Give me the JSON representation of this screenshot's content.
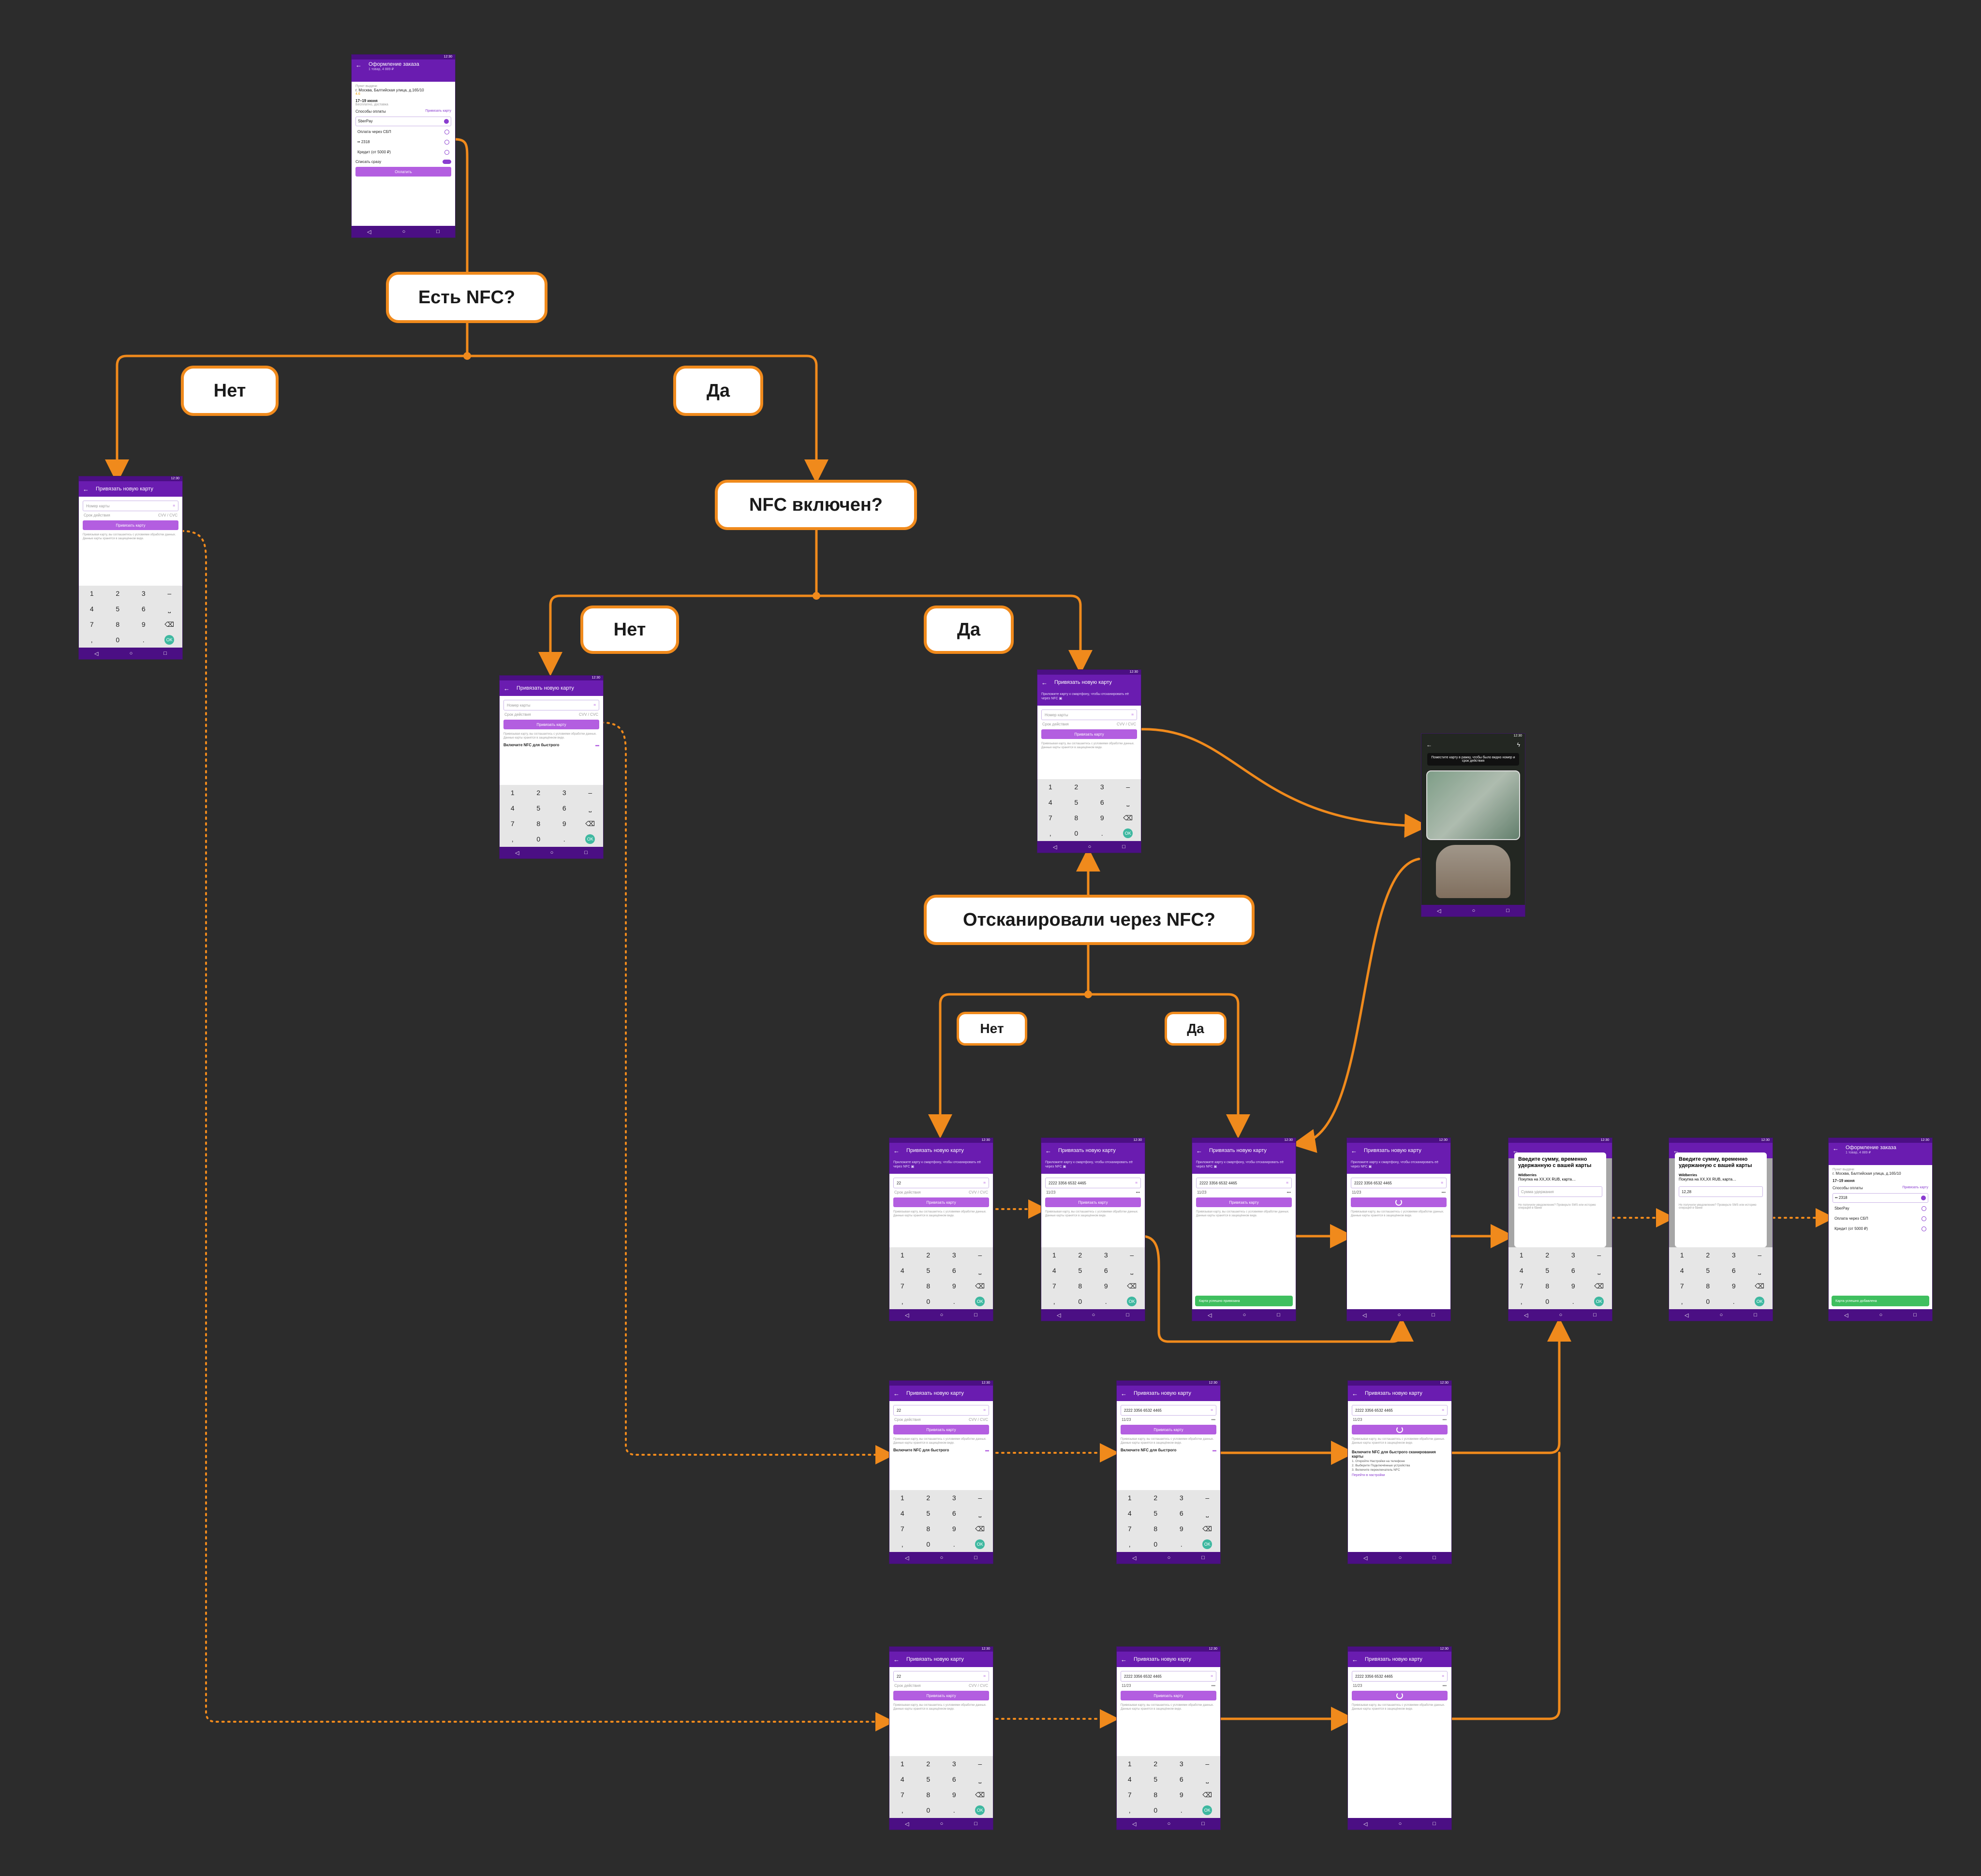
{
  "decisions": {
    "has_nfc": "Есть NFC?",
    "no_1": "Нет",
    "yes_1": "Да",
    "nfc_enabled": "NFC включен?",
    "no_2": "Нет",
    "yes_2": "Да",
    "scanned_nfc": "Отсканировали через NFC?",
    "no_3": "Нет",
    "yes_3": "Да"
  },
  "common": {
    "status_time": "12:30",
    "back_icon": "arrow-left-icon",
    "card_screen_title": "Привязать новую карту",
    "card_number_placeholder": "Номер карты",
    "expiry_placeholder": "Срок действия",
    "cvv_placeholder": "CVV / CVC",
    "link_button": "Привязать карту",
    "privacy_note": "Привязывая карту, вы соглашаетесь с условиями обработки данных. Данные карты хранятся в защищённом виде.",
    "nfc_hint": "Приложите карту к смартфону, чтобы отсканировать её через NFC",
    "enable_nfc": "Включите NFC для быстрого",
    "enable_nfc_full": "Включите NFC для быстрого сканирования карты",
    "card_number_partial": "22",
    "card_number_full": "2222 3356 6532 4465",
    "expiry_value": "11/23",
    "cvv_mask": "•••",
    "card_toast": "Карта успешно привязана",
    "keys": [
      "1",
      "2",
      "3",
      "–",
      "4",
      "5",
      "6",
      "⎵",
      "7",
      "8",
      "9",
      "⌫",
      ",",
      "0",
      ".",
      "OK"
    ],
    "nav": [
      "◁",
      "○",
      "□"
    ]
  },
  "order_screen": {
    "title": "Оформление заказа",
    "subtitle": "1 товар, 4 889 ₽",
    "pickup_label": "Пункт выдачи",
    "address": "г. Москва, Балтийская улица, д.165/10",
    "rating": "4.6",
    "delivery_dates": "17–19 июня",
    "delivery_note": "Бесплатно, доставка",
    "payment_header": "Способы оплаты",
    "add_card_link": "Привязать карту",
    "methods": [
      "SberPay",
      "Оплата через СБП",
      "•• 2318",
      "Кредит (от 5000 ₽)"
    ],
    "charge_now": "Списать сразу",
    "pay_button": "Оплатить",
    "toast": "Карта успешно добавлена"
  },
  "camera_screen": {
    "hint": "Поместите карту в рамку, чтобы было видно номер и срок действия"
  },
  "hold_dialog": {
    "title": "Введите сумму, временно удержанную с вашей карты",
    "merchant": "Wildberries",
    "merchant_note": "Покупка на ХХ,XX RUB, карта…",
    "amount_label": "Сумма удержания",
    "amount_value": "12,28",
    "footnote": "Не получили уведомление? Проверьте SMS или историю операций в банке"
  },
  "nfc_instructions": {
    "title": "Включите NFC для быстрого сканирования карты",
    "steps": [
      "1. Откройте Настройки на телефоне",
      "2. Выберите Подключённые устройства",
      "3. Включите переключатель NFC"
    ],
    "link": "Перейти в настройки"
  },
  "colors": {
    "background": "#2c2c2c",
    "connector": "#f08a1c",
    "app_bar": "#6a1cb0",
    "status_bar": "#4b0f84",
    "button": "#b35ee0",
    "success": "#3fbf5f"
  }
}
